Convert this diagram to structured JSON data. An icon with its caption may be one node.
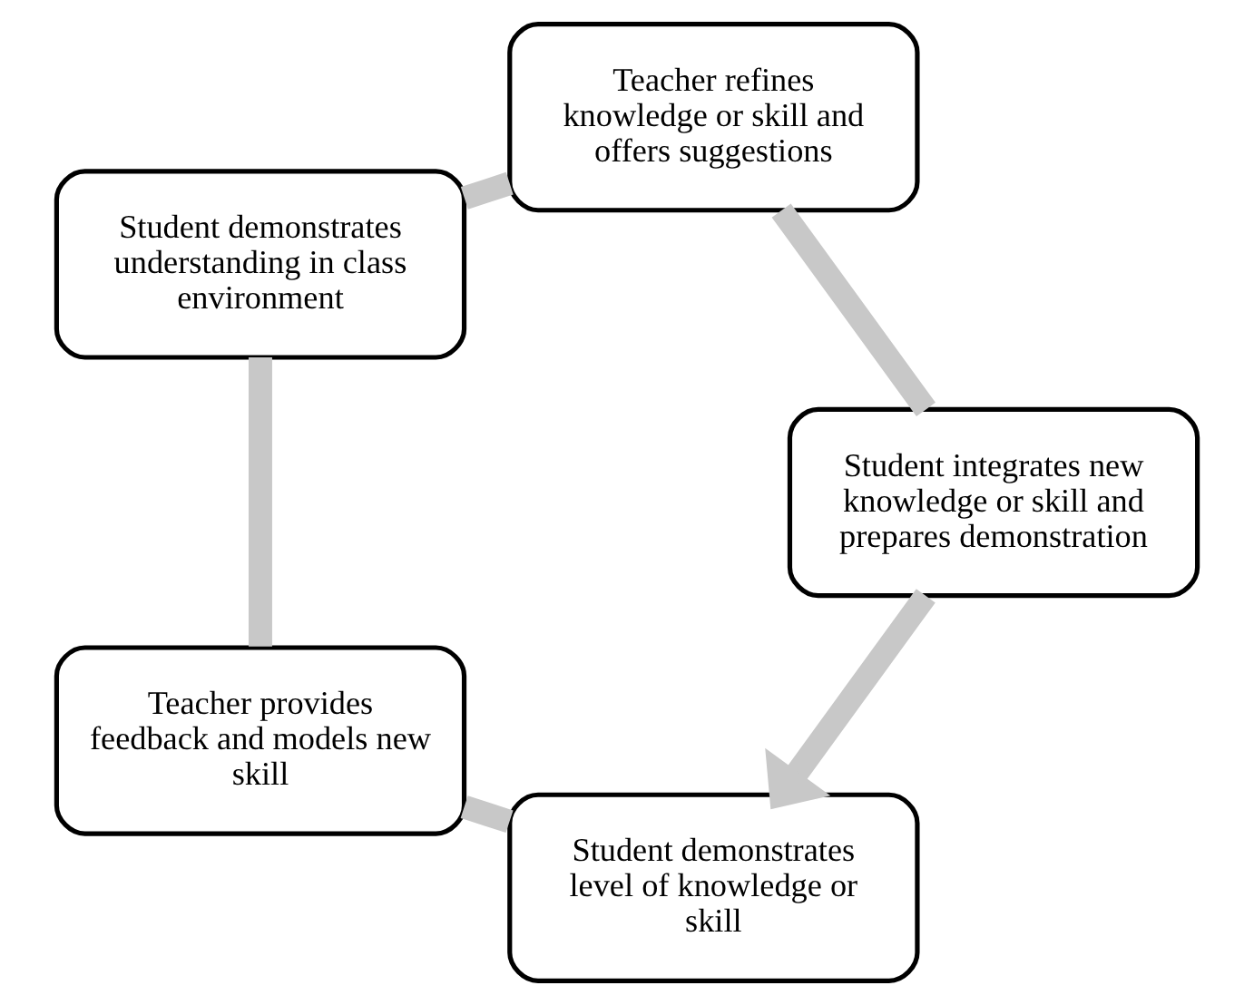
{
  "diagram": {
    "nodes": [
      {
        "text": [
          "Student demonstrates level of knowledge or skill"
        ]
      },
      {
        "text": [
          "Teacher provides feedback and models new skill"
        ]
      },
      {
        "text": [
          "Student demonstrates understanding in class environment"
        ]
      },
      {
        "text": [
          "Teacher refines knowledge or skill and offers suggestions"
        ]
      },
      {
        "text": [
          "Student integrates new knowledge or skill and prepares demonstration"
        ]
      }
    ],
    "edges": [
      {
        "from": 0,
        "to": 1,
        "arrow": "none"
      },
      {
        "from": 1,
        "to": 2,
        "arrow": "none"
      },
      {
        "from": 2,
        "to": 3,
        "arrow": "none"
      },
      {
        "from": 3,
        "to": 4,
        "arrow": "none"
      },
      {
        "from": 4,
        "to": 0,
        "arrow": "to"
      }
    ]
  }
}
